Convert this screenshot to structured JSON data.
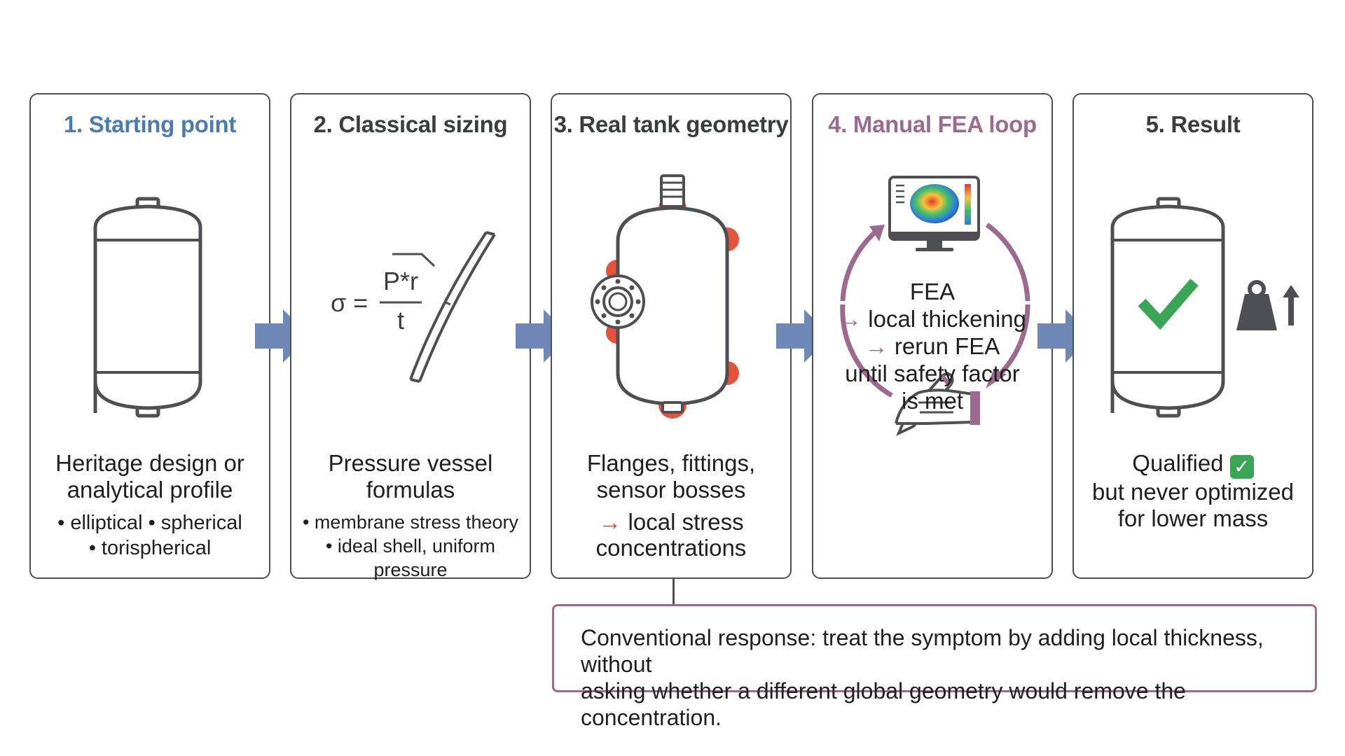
{
  "colors": {
    "panel_border": "#4d4f52",
    "arrow_blue": "#6f88b5",
    "title_blue": "#4a7cb0",
    "title_purple": "#9c6a8f",
    "title_dark": "#3a3d40",
    "stress_red": "#e5533c",
    "check_green": "#3aa655",
    "callout_border": "#9c6a8f"
  },
  "panels": [
    {
      "title": "1. Starting point",
      "desc_lines": [
        "Heritage design or",
        "analytical profile"
      ],
      "bullets_line1": "• elliptical • spherical",
      "bullets_line2": "• torispherical",
      "icon": "tank-icon"
    },
    {
      "title": "2. Classical sizing",
      "formula_lhs": "σ =",
      "formula_num": "P*r",
      "formula_den": "t",
      "desc_lines": [
        "Pressure vessel",
        "formulas"
      ],
      "bullets_line1": "• membrane stress theory",
      "bullets_line2": "• ideal shell, uniform pressure",
      "icon": "shell-wall-icon"
    },
    {
      "title": "3. Real tank geometry",
      "desc_lines": [
        "Flanges, fittings,",
        "sensor bosses"
      ],
      "arrow_glyph": "→",
      "result_line1": "local stress",
      "result_line2": "concentrations",
      "icon": "tank-with-fittings-icon"
    },
    {
      "title": "4. Manual FEA loop",
      "loop_line1": "FEA",
      "arrow_glyph": "→",
      "loop_line2": "local thickening",
      "loop_line3": "rerun FEA",
      "loop_line4": "until safety factor",
      "loop_line5": "is met",
      "icon": "fea-monitor-icon"
    },
    {
      "title": "5. Result",
      "result_line1": "Qualified",
      "check_glyph": "✓",
      "result_line2": "but never optimized",
      "result_line3": "for lower mass",
      "icon": "qualified-tank-icon"
    }
  ],
  "callout": {
    "line1": "Conventional response: treat the symptom by adding local thickness, without",
    "line2": "asking whether a different global geometry would remove the concentration."
  }
}
